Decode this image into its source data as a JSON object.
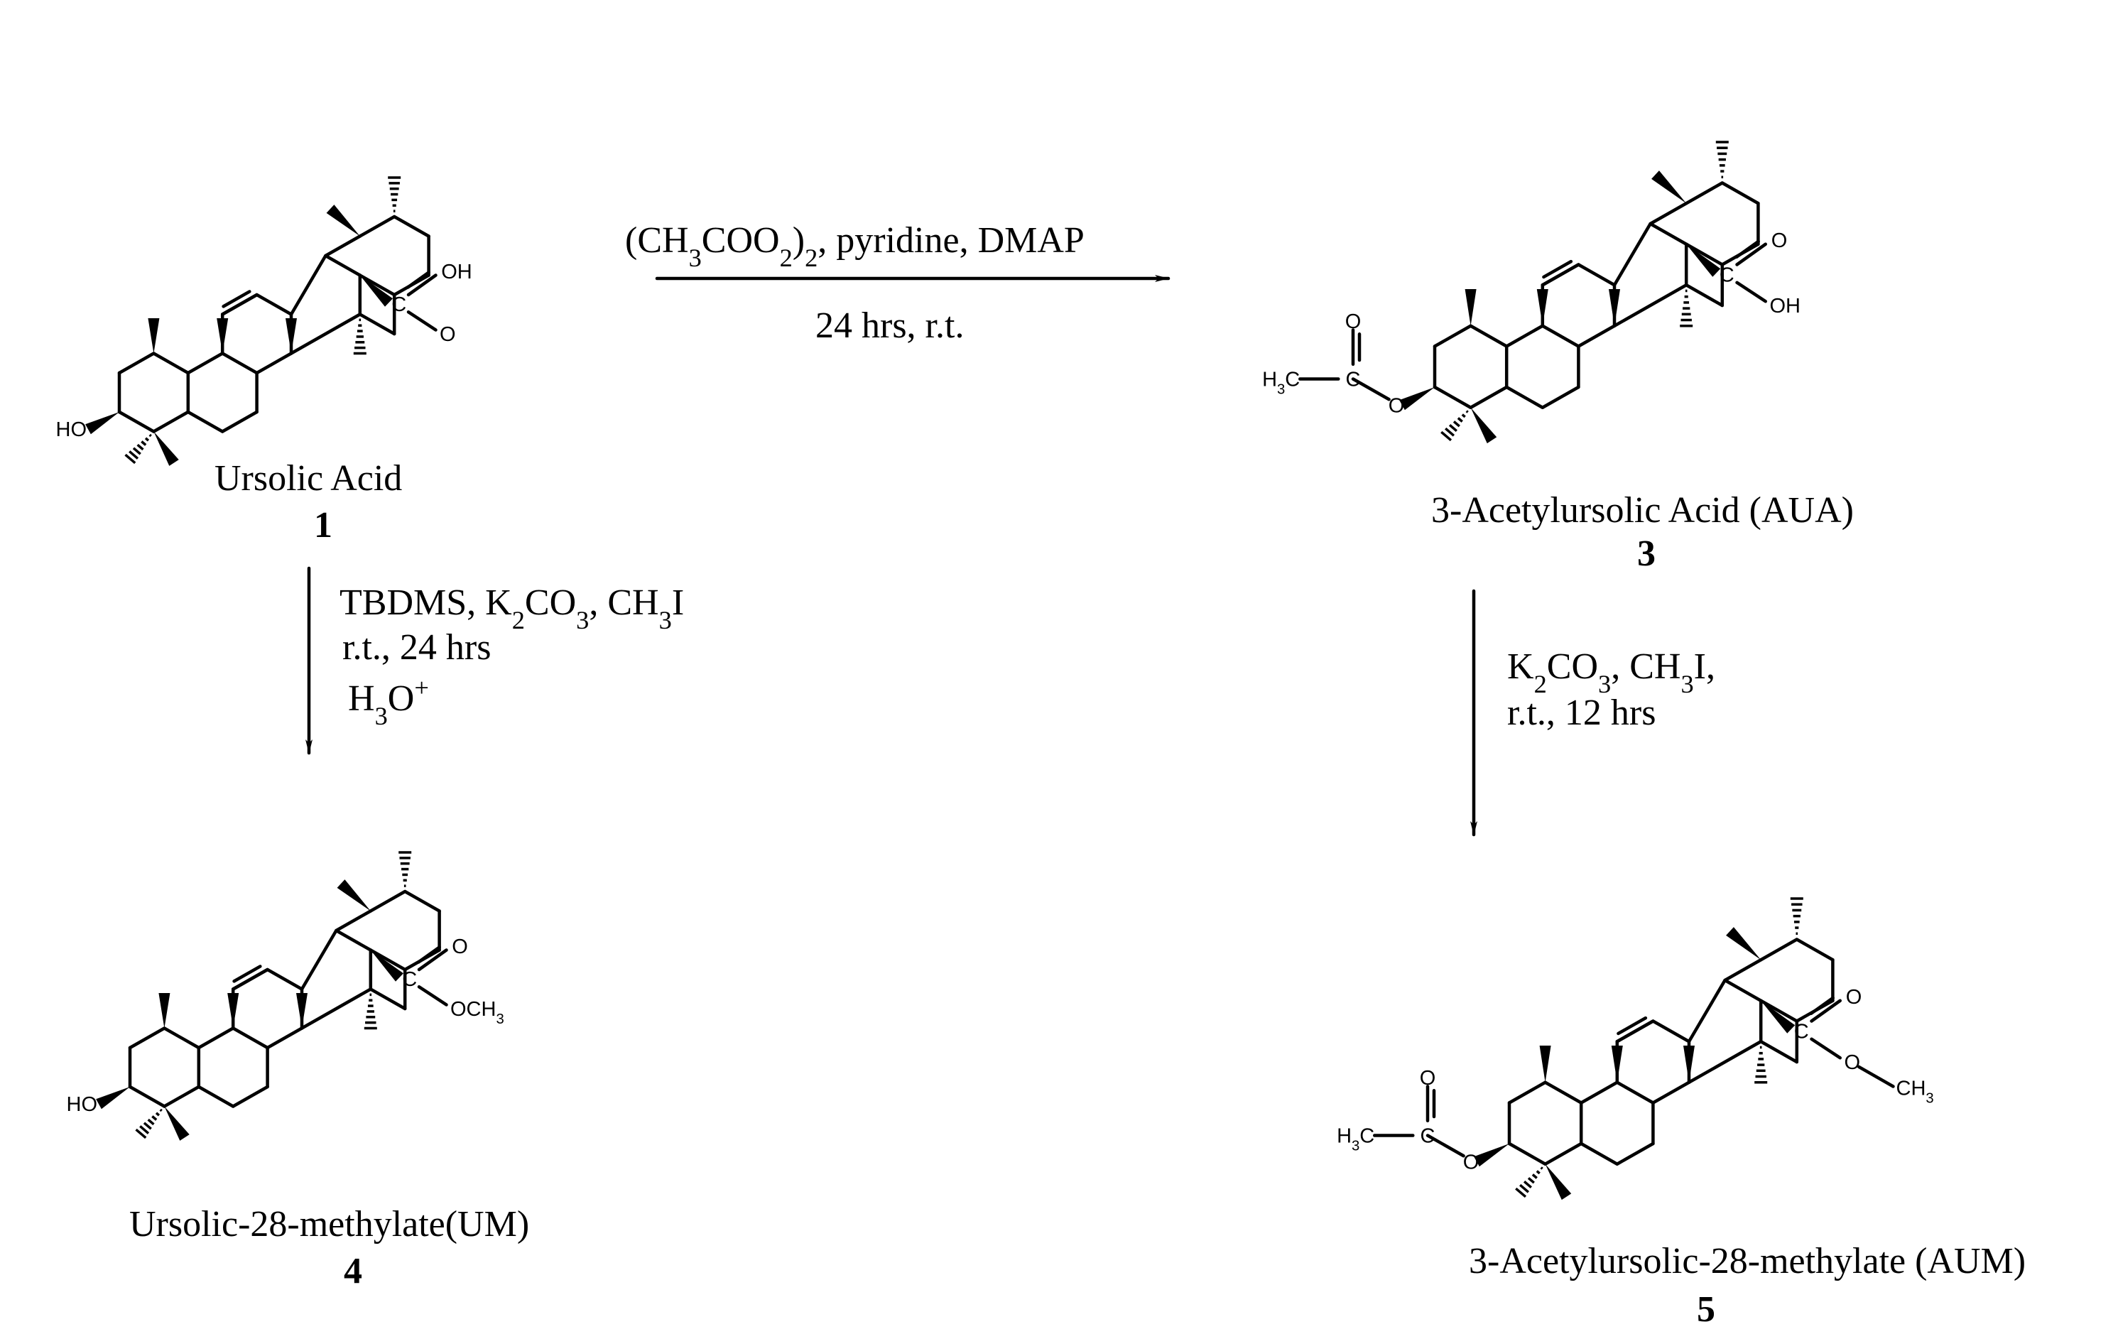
{
  "compounds": [
    {
      "id": "ursolic-acid",
      "name": "Ursolic Acid",
      "number": "1",
      "substituent": "HO",
      "acid_oh": "OH",
      "acid_o": "O",
      "acid_c": "C"
    },
    {
      "id": "acetylursolic-acid",
      "name": "3-Acetylursolic Acid (AUA)",
      "number": "3",
      "acetyl_ch3": "H3C",
      "acetyl_c": "C",
      "acetyl_o": "O",
      "ester_o": "O",
      "acid_o": "O",
      "acid_oh": "OH",
      "acid_c": "C"
    },
    {
      "id": "ursolic-28-methylate",
      "name": "Ursolic-28-methylate(UM)",
      "number": "4",
      "substituent": "HO",
      "ester_o": "O",
      "ester_och3": "OCH3",
      "ester_c": "C"
    },
    {
      "id": "acetylursolic-28-methylate",
      "name": "3-Acetylursolic-28-methylate (AUM)",
      "number": "5",
      "acetyl_ch3": "H3C",
      "acetyl_c": "C",
      "acetyl_o": "O",
      "ester_o": "O",
      "carbonyl_o": "O",
      "methoxy_o": "O",
      "methyl": "CH3",
      "ester_c": "C"
    }
  ],
  "reactions": [
    {
      "id": "rxn-1-3",
      "from": "1",
      "to": "3",
      "conditions_line1": "(CH3COO2)2, pyridine, DMAP",
      "conditions_line2": "24 hrs, r.t."
    },
    {
      "id": "rxn-1-4",
      "from": "1",
      "to": "4",
      "conditions_line1": "TBDMS, K2CO3, CH3I",
      "conditions_line2": "r.t., 24 hrs",
      "conditions_line3": "H3O+"
    },
    {
      "id": "rxn-3-5",
      "from": "3",
      "to": "5",
      "conditions_line1": "K2CO3, CH3I,",
      "conditions_line2": "r.t., 12 hrs"
    }
  ]
}
